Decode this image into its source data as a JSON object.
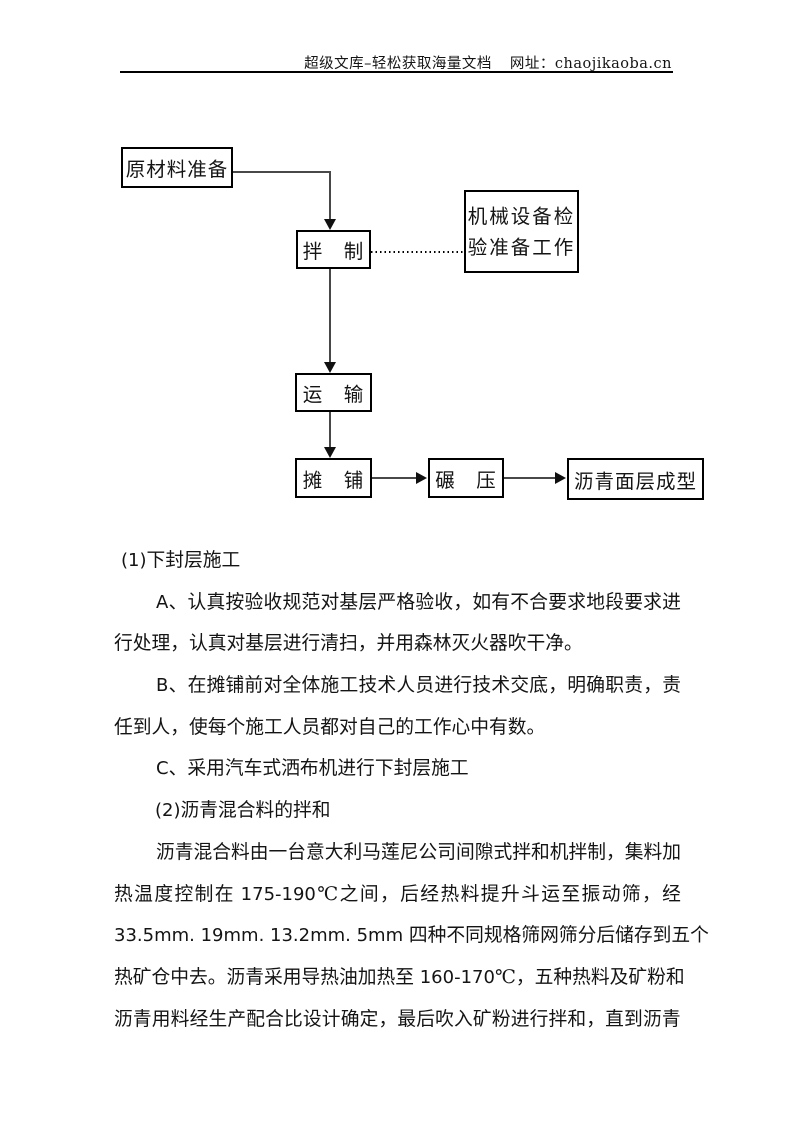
{
  "header": {
    "site_label": "超级文库–轻松获取海量文档",
    "url_label": "网址：chaojikaoba.cn"
  },
  "flowchart": {
    "nodes": {
      "raw_material": "原材料准备",
      "mixing": "拌　制",
      "equipment_line1": "机械设备检",
      "equipment_line2": "验准备工作",
      "transport": "运　输",
      "paving": "摊　铺",
      "rolling": "碾　压",
      "forming": "沥青面层成型"
    }
  },
  "body": {
    "lines": [
      {
        "text": "(1)下封层施工",
        "justify": false,
        "indent": 7
      },
      {
        "text": "A、认真按验收规范对基层严格验收，如有不合要求地段要求进",
        "justify": true,
        "indent": 42
      },
      {
        "text": "行处理，认真对基层进行清扫，并用森林灭火器吹干净。",
        "justify": false,
        "indent": 0
      },
      {
        "text": "B、在摊铺前对全体施工技术人员进行技术交底，明确职责，责",
        "justify": true,
        "indent": 42
      },
      {
        "text": "任到人，使每个施工人员都对自己的工作心中有数。",
        "justify": false,
        "indent": 0
      },
      {
        "text": "C、采用汽车式洒布机进行下封层施工",
        "justify": false,
        "indent": 42
      },
      {
        "text": "(2)沥青混合料的拌和",
        "justify": false,
        "indent": 41
      },
      {
        "text": "沥青混合料由一台意大利马莲尼公司间隙式拌和机拌制，集料加",
        "justify": true,
        "indent": 42
      },
      {
        "text": "热温度控制在 175-190℃之间，后经热料提升斗运至振动筛，经",
        "justify": true,
        "indent": 0
      },
      {
        "text": "33.5mm. 19mm. 13.2mm. 5mm 四种不同规格筛网筛分后储存到五个",
        "justify": true,
        "indent": 0
      },
      {
        "text": "热矿仓中去。沥青采用导热油加热至 160-170℃，五种热料及矿粉和",
        "justify": true,
        "indent": 0
      },
      {
        "text": "沥青用料经生产配合比设计确定，最后吹入矿粉进行拌和，直到沥青",
        "justify": true,
        "indent": 0
      }
    ]
  }
}
